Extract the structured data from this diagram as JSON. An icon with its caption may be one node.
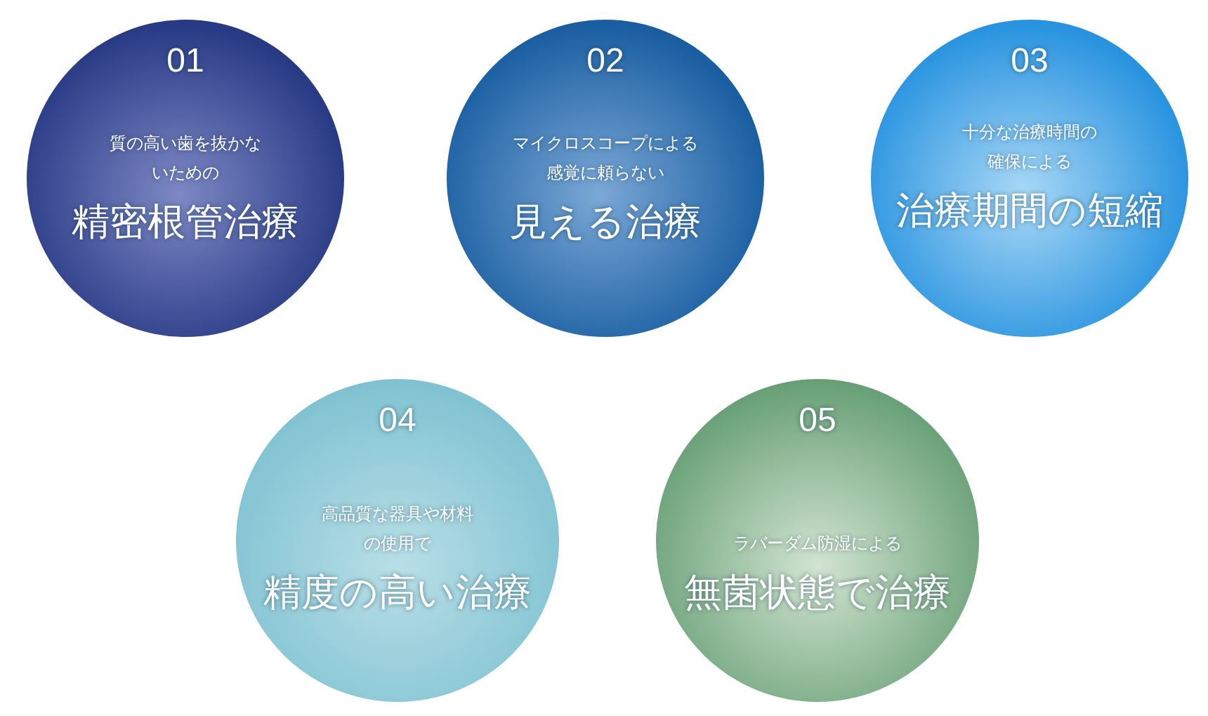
{
  "diagram": {
    "nodes": [
      {
        "text": [
          "01",
          "質の高い歯を抜かないための",
          "精密根管治療"
        ]
      },
      {
        "text": [
          "02",
          "マイクロスコープによる感覚に頼らない",
          "見える治療"
        ]
      },
      {
        "text": [
          "03",
          "十分な治療時間の確保による",
          "治療期間の短縮"
        ]
      },
      {
        "text": [
          "04",
          "高品質な器具や材料の使用で",
          "精度の高い治療"
        ]
      },
      {
        "text": [
          "05",
          "ラバーダム防湿による",
          "無菌状態で治療"
        ]
      }
    ]
  }
}
